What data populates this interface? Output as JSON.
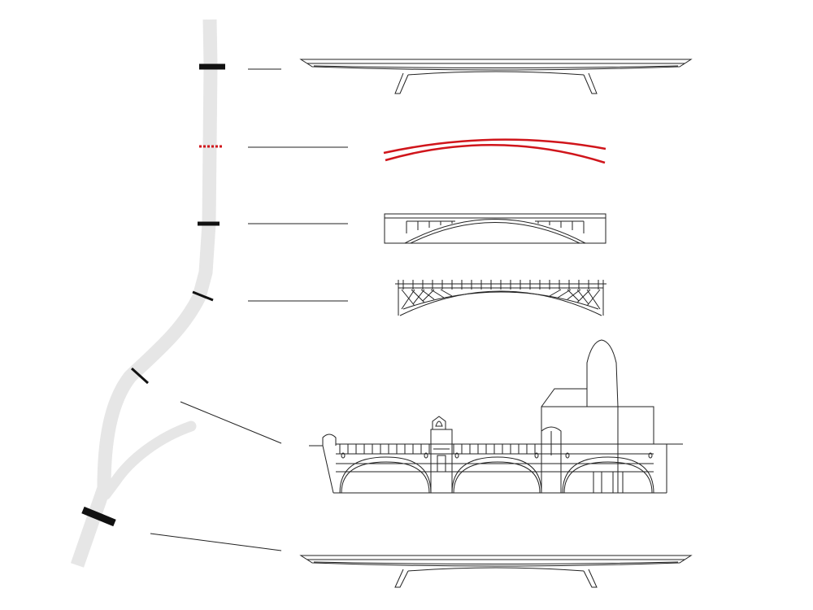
{
  "colors": {
    "background": "#ffffff",
    "river": "#e6e6e6",
    "line": "#222222",
    "marker": "#111111",
    "highlight": "#d0151b"
  },
  "river": {
    "description_visible": false
  },
  "bridges": [
    {
      "id": "bridge-1",
      "style": "solid",
      "type": "slender-deck"
    },
    {
      "id": "bridge-2",
      "style": "dotted",
      "type": "proposed-curved-deck",
      "highlighted": true
    },
    {
      "id": "bridge-3",
      "style": "solid",
      "type": "arch-deck"
    },
    {
      "id": "bridge-4",
      "style": "solid",
      "type": "steel-truss-arch"
    },
    {
      "id": "bridge-5",
      "style": "solid",
      "type": "historic-masonry-arches"
    },
    {
      "id": "bridge-6",
      "style": "solid",
      "type": "slender-deck"
    }
  ]
}
